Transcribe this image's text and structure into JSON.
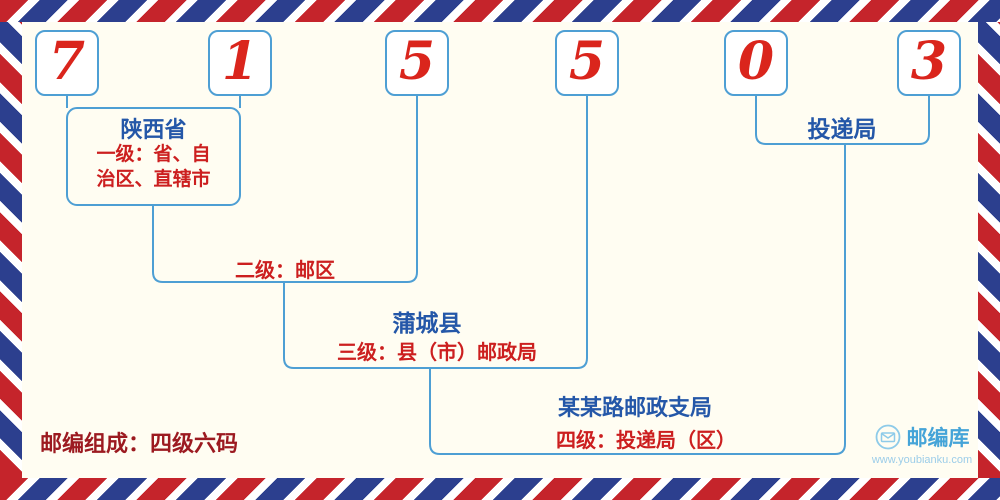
{
  "postal_code": "715503",
  "digits": [
    "7",
    "1",
    "5",
    "5",
    "0",
    "3"
  ],
  "labels": {
    "level1": {
      "place": "陕西省",
      "desc_lines": [
        "一级：省、自",
        "治区、直辖市"
      ]
    },
    "level2": {
      "desc": "二级：邮区"
    },
    "level3": {
      "place": "蒲城县",
      "desc": "三级：县（市）邮政局"
    },
    "delivery": {
      "place": "投递局"
    },
    "level4": {
      "place": "某某路邮政支局",
      "desc": "四级：投递局（区）"
    }
  },
  "note": {
    "text": "邮编组成：四级六码"
  },
  "branding": {
    "name": "邮编库",
    "url": "www.youbianku.com",
    "icon": "envelope-circle-icon"
  },
  "colors": {
    "background_cream": "#fffdf2",
    "digit_red": "#da251c",
    "line_blue": "#4e9fd4",
    "place_blue": "#2457a8",
    "desc_red": "#cc1f1f",
    "note_red": "#9c1a20",
    "brand_blue": "#45a4d8",
    "stripe_red": "#c5242b",
    "stripe_blue": "#2c3f8e"
  }
}
